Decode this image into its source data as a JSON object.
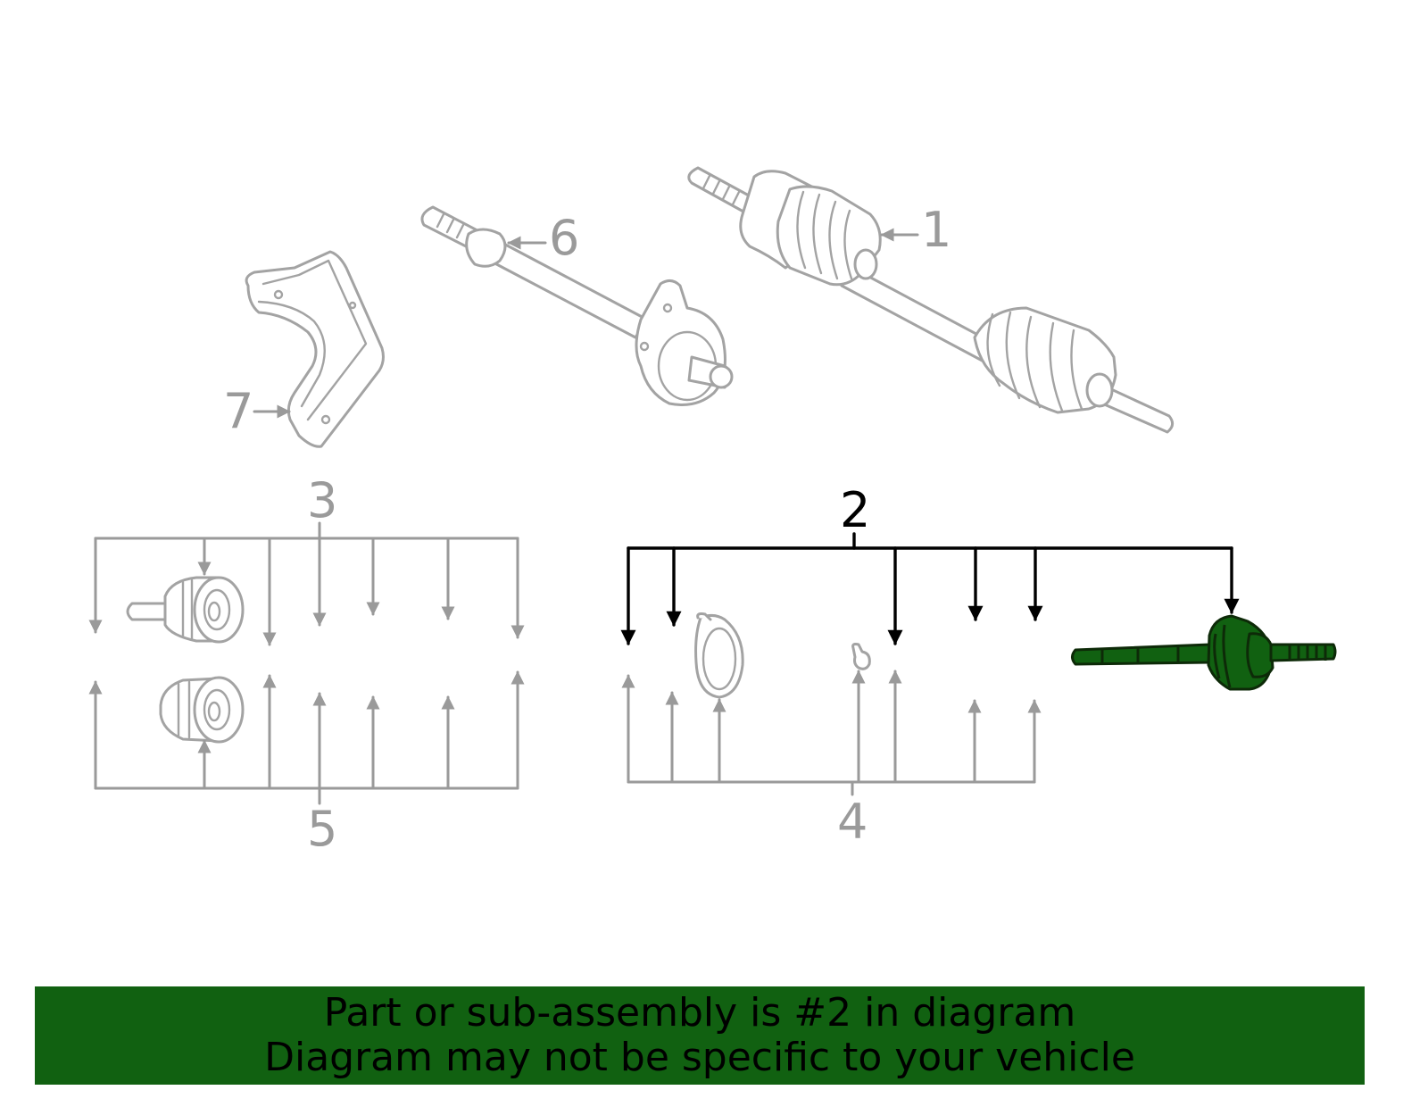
{
  "callouts": {
    "c1": "1",
    "c2": "2",
    "c3": "3",
    "c4": "4",
    "c5": "5",
    "c6": "6",
    "c7": "7"
  },
  "highlight": {
    "part_number": "2",
    "fill_color": "#116111",
    "leader_color": "#000000"
  },
  "colors": {
    "line_art": "#9a9a9a",
    "banner_background": "#116111",
    "banner_text": "#000000"
  },
  "banner": {
    "line1": "Part or sub-assembly is #2 in diagram",
    "line2": "Diagram may not be specific to your vehicle"
  }
}
